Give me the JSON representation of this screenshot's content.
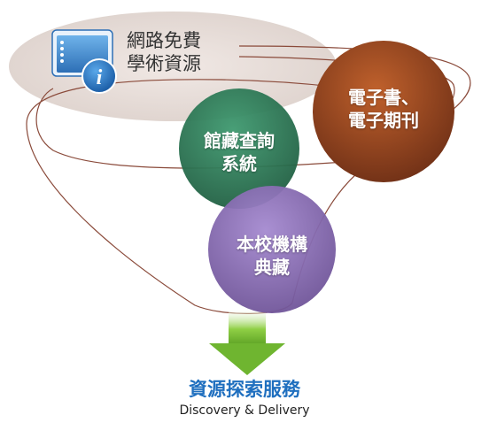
{
  "resources": {
    "web": {
      "line1": "網路免費",
      "line2": "學術資源"
    },
    "ebooks": {
      "line1": "電子書、",
      "line2": "電子期刊"
    },
    "catalog": {
      "line1": "館藏查詢",
      "line2": "系統"
    },
    "repository": {
      "line1": "本校機構",
      "line2": "典藏"
    }
  },
  "service": {
    "title": "資源探索服務",
    "subtitle": "Discovery & Delivery"
  },
  "icons": {
    "web": "info-window-icon",
    "arrow": "down-arrow-icon"
  },
  "colors": {
    "funnel_line": "#8a4a3a",
    "ebooks_circle": "#9a4a22",
    "catalog_circle": "#2e7d5a",
    "repository_circle": "#8a6db0",
    "arrow": "#7fbf3a",
    "title": "#1f6fbf"
  }
}
